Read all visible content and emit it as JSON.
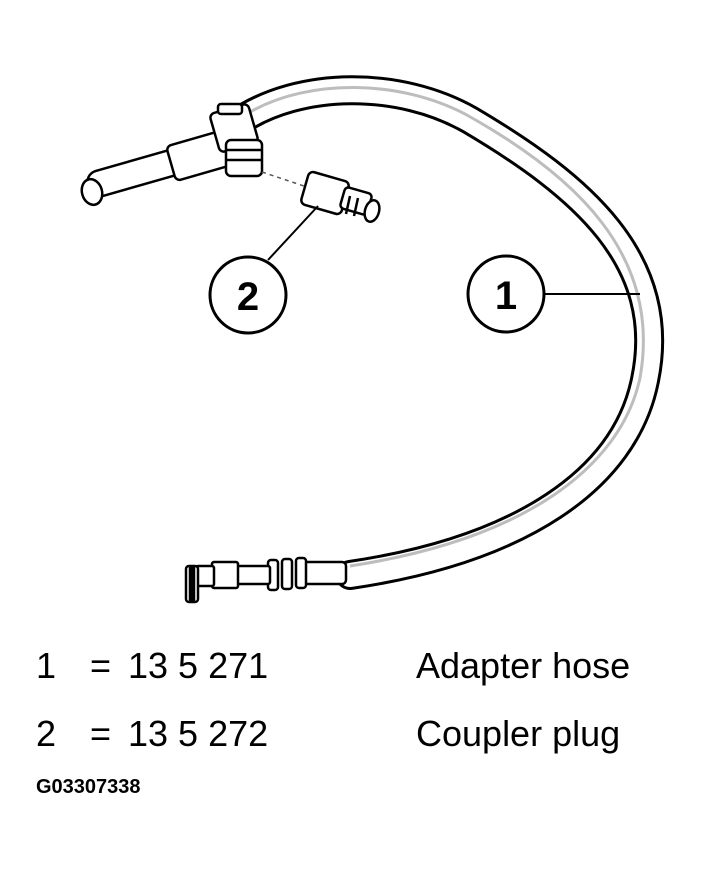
{
  "diagram": {
    "callouts": [
      {
        "number": "1",
        "target": "adapter-hose"
      },
      {
        "number": "2",
        "target": "coupler-plug"
      }
    ]
  },
  "legend": [
    {
      "number": "1",
      "equals": "=",
      "part_number": "13 5 271",
      "description": "Adapter hose"
    },
    {
      "number": "2",
      "equals": "=",
      "part_number": "13 5 272",
      "description": "Coupler plug"
    }
  ],
  "figure_id": "G03307338",
  "colors": {
    "line": "#000000",
    "fill": "#ffffff",
    "shade": "#bdbdbd"
  }
}
